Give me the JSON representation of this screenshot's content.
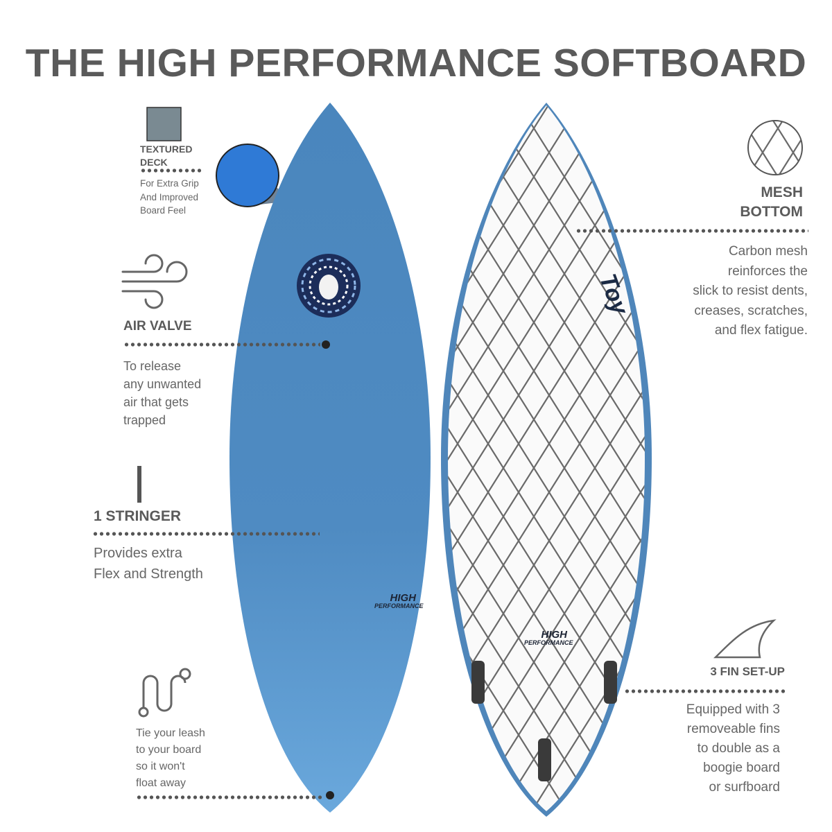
{
  "title": "THE HIGH PERFORMANCE SOFTBOARD",
  "colors": {
    "board_blue": "#4f8bc0",
    "deck_texture": "#2f7ad6",
    "text_gray": "#5a5a5a"
  },
  "features": {
    "textured_deck": {
      "heading_1": "TEXTURED",
      "heading_2": "DECK",
      "lines": [
        "For Extra Grip",
        "And Improved",
        "Board Feel"
      ],
      "icon": "texture-swatch-icon"
    },
    "air_valve": {
      "heading": "AIR VALVE",
      "lines": [
        "To release",
        "any unwanted",
        "air that gets",
        "trapped"
      ],
      "icon": "wind-icon"
    },
    "stringer": {
      "heading": "1 STRINGER",
      "lines": [
        "Provides extra",
        "Flex and Strength"
      ],
      "icon": "stringer-bar-icon"
    },
    "leash": {
      "lines": [
        "Tie your leash",
        "to your board",
        "so it won't",
        "float away"
      ],
      "icon": "leash-icon"
    },
    "mesh_bottom": {
      "heading_1": "MESH",
      "heading_2": "BOTTOM",
      "lines": [
        "Carbon mesh",
        "reinforces the",
        "slick to resist dents,",
        "creases, scratches,",
        "and flex fatigue."
      ],
      "icon": "mesh-circle-icon"
    },
    "fins": {
      "heading": "3 FIN SET-UP",
      "lines": [
        "Equipped with 3",
        "removeable fins",
        "to double as a",
        "boogie board",
        "or surfboard"
      ],
      "icon": "fin-icon"
    }
  },
  "logos": {
    "high": "HIGH",
    "performance": "PERFORMANCE",
    "brand": "Toy"
  }
}
